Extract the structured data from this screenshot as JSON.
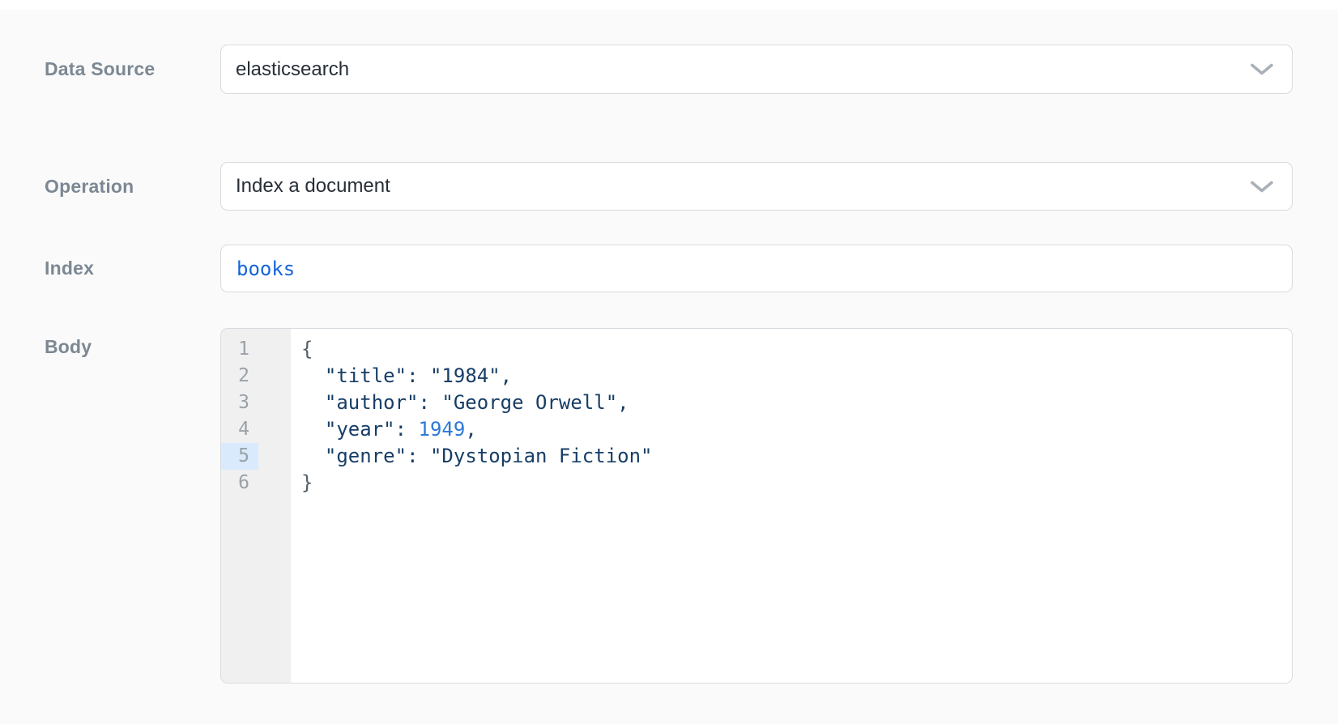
{
  "form": {
    "data_source": {
      "label": "Data Source",
      "value": "elasticsearch",
      "control": "select",
      "icon": "chevron-down-icon"
    },
    "operation": {
      "label": "Operation",
      "value": "Index a document",
      "control": "select",
      "icon": "chevron-down-icon"
    },
    "index": {
      "label": "Index",
      "value": "books",
      "control": "code-input"
    },
    "body": {
      "label": "Body",
      "control": "code-editor"
    }
  },
  "body_editor": {
    "language": "json",
    "active_line": 5,
    "line_count": 6,
    "content": "{\n  \"title\": \"1984\",\n  \"author\": \"George Orwell\",\n  \"year\": 1949,\n  \"genre\": \"Dystopian Fiction\"\n}",
    "lines": [
      {
        "number": 1,
        "tokens": [
          [
            "brace",
            "{"
          ]
        ]
      },
      {
        "number": 2,
        "tokens": [
          [
            "ws",
            "  "
          ],
          [
            "string",
            "\"title\""
          ],
          [
            "punc",
            ": "
          ],
          [
            "string",
            "\"1984\""
          ],
          [
            "punc",
            ","
          ]
        ]
      },
      {
        "number": 3,
        "tokens": [
          [
            "ws",
            "  "
          ],
          [
            "string",
            "\"author\""
          ],
          [
            "punc",
            ": "
          ],
          [
            "string",
            "\"George Orwell\""
          ],
          [
            "punc",
            ","
          ]
        ]
      },
      {
        "number": 4,
        "tokens": [
          [
            "ws",
            "  "
          ],
          [
            "string",
            "\"year\""
          ],
          [
            "punc",
            ": "
          ],
          [
            "number",
            "1949"
          ],
          [
            "punc",
            ","
          ]
        ]
      },
      {
        "number": 5,
        "tokens": [
          [
            "ws",
            "  "
          ],
          [
            "string",
            "\"genre\""
          ],
          [
            "punc",
            ": "
          ],
          [
            "string",
            "\"Dystopian Fiction\""
          ]
        ]
      },
      {
        "number": 6,
        "tokens": [
          [
            "brace",
            "}"
          ]
        ]
      }
    ]
  },
  "colors": {
    "index_value_blue": "#1565d8",
    "code_string_navy": "#173e66",
    "code_number_blue": "#2b79d8",
    "code_brace_gray": "#566069",
    "label_gray": "#7c8893",
    "gutter_background": "#f0f0f1",
    "active_line_gutter": "#d9eafc",
    "box_border": "#d6dbdf",
    "page_background": "#fafafa"
  }
}
